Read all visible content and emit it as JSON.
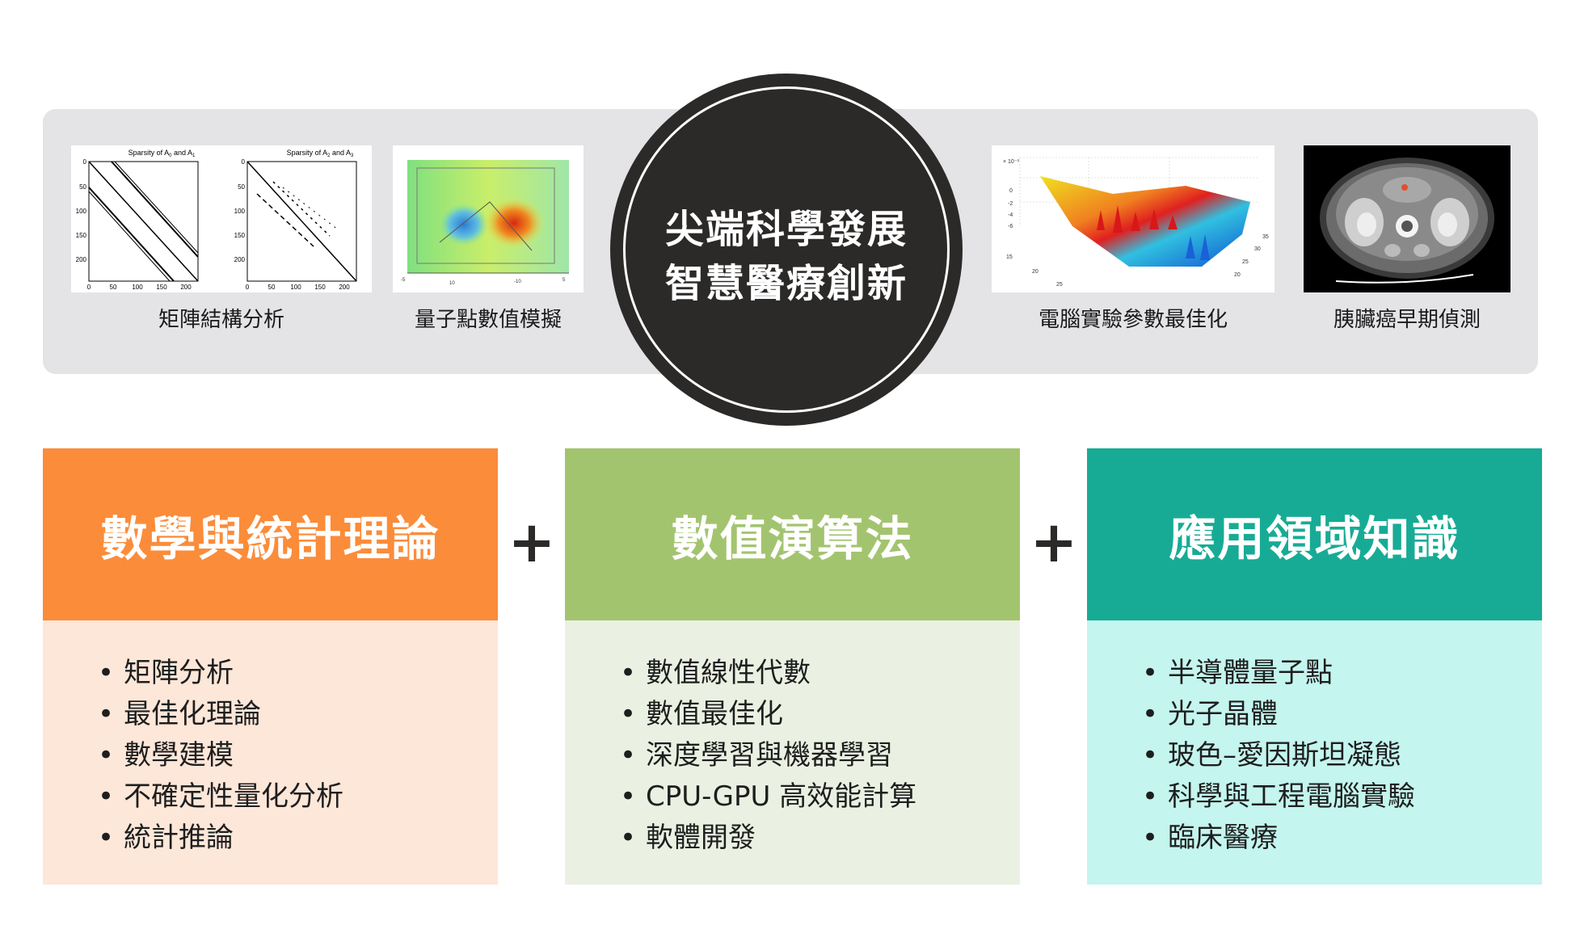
{
  "top_images": [
    {
      "caption": "矩陣結構分析",
      "panels": [
        {
          "title_main": "Sparsity of A",
          "sub_a": "0",
          "mid": " and A",
          "sub_b": "1"
        },
        {
          "title_main": "Sparsity of A",
          "sub_a": "2",
          "mid": " and A",
          "sub_b": "3"
        }
      ],
      "y_ticks": [
        "0",
        "50",
        "100",
        "150",
        "200"
      ],
      "x_ticks": [
        "0",
        "50",
        "100",
        "150",
        "200"
      ]
    },
    {
      "caption": "量子點數值模擬"
    },
    {
      "caption": "電腦實驗參數最佳化",
      "axis_label": "× 10⁻³",
      "z_ticks": [
        "0",
        "-2",
        "-4",
        "-6"
      ],
      "x_ticks": [
        "15",
        "20",
        "25"
      ],
      "y_ticks": [
        "35",
        "30",
        "25",
        "20"
      ]
    },
    {
      "caption": "胰臟癌早期偵測"
    }
  ],
  "center": {
    "line1": "尖端科學發展",
    "line2": "智慧醫療創新"
  },
  "columns": [
    {
      "title": "數學與統計理論",
      "color": "#fb8c3a",
      "body_color": "#fde7d9",
      "items": [
        "矩陣分析",
        "最佳化理論",
        "數學建模",
        "不確定性量化分析",
        "統計推論"
      ]
    },
    {
      "title": "數值演算法",
      "color": "#a3c46f",
      "body_color": "#eaf1e2",
      "items": [
        "數值線性代數",
        "數值最佳化",
        "深度學習與機器學習",
        "CPU-GPU 高效能計算",
        "軟體開發"
      ]
    },
    {
      "title": "應用領域知識",
      "color": "#17ab95",
      "body_color": "#c4f5ee",
      "items": [
        "半導體量子點",
        "光子晶體",
        "玻色–愛因斯坦凝態",
        "科學與工程電腦實驗",
        "臨床醫療"
      ]
    }
  ],
  "plus_symbol": "+",
  "bullet": "•"
}
